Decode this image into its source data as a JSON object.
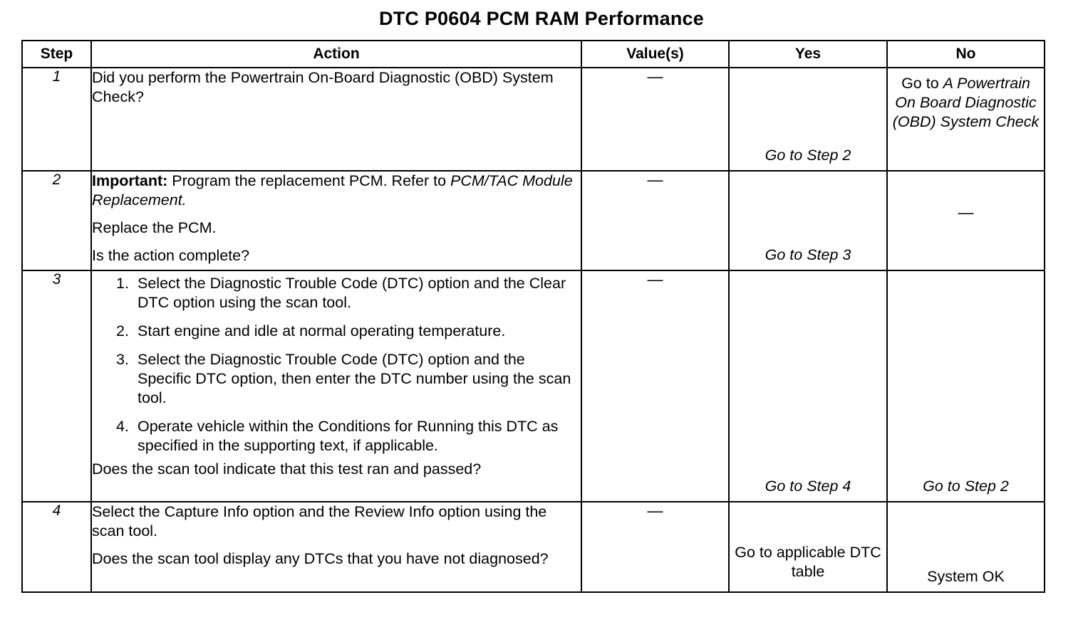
{
  "document": {
    "title": "DTC P0604 PCM RAM Performance"
  },
  "table": {
    "headers": {
      "step": "Step",
      "action": "Action",
      "value": "Value(s)",
      "yes": "Yes",
      "no": "No"
    },
    "rows": [
      {
        "step": "1",
        "action": {
          "paragraphs": [
            "Did you perform the Powertrain On-Board Diagnostic (OBD) System Check?"
          ]
        },
        "value": "—",
        "yes": "Go to Step 2",
        "yes_lead": "",
        "no_lead": "Go to ",
        "no_italic": "A Powertrain On Board Diagnostic (OBD) System Check"
      },
      {
        "step": "2",
        "action": {
          "important_label": "Important:",
          "important_text": " Program the replacement PCM. Refer to ",
          "important_ref": "PCM/TAC Module Replacement.",
          "line2": "Replace the PCM.",
          "line3": "Is the action complete?"
        },
        "value": "—",
        "yes": "Go to Step 3",
        "no": "—"
      },
      {
        "step": "3",
        "action": {
          "list": [
            "Select the Diagnostic Trouble Code (DTC) option and the Clear DTC option using the scan tool.",
            "Start engine and idle at normal operating temperature.",
            "Select the Diagnostic Trouble Code (DTC) option and the Specific DTC option, then enter the DTC number using the scan tool.",
            "Operate vehicle within the Conditions for Running this DTC as specified in the supporting text, if applicable."
          ],
          "question": "Does the scan tool indicate that this test ran and passed?"
        },
        "value": "—",
        "yes": "Go to Step 4",
        "no": "Go to Step 2"
      },
      {
        "step": "4",
        "action": {
          "line1": "Select the Capture Info option and the Review Info option using the scan tool.",
          "line2": "Does the scan tool display any DTCs that you have not diagnosed?"
        },
        "value": "—",
        "yes": "Go to applicable DTC table",
        "no": "System OK"
      }
    ]
  }
}
